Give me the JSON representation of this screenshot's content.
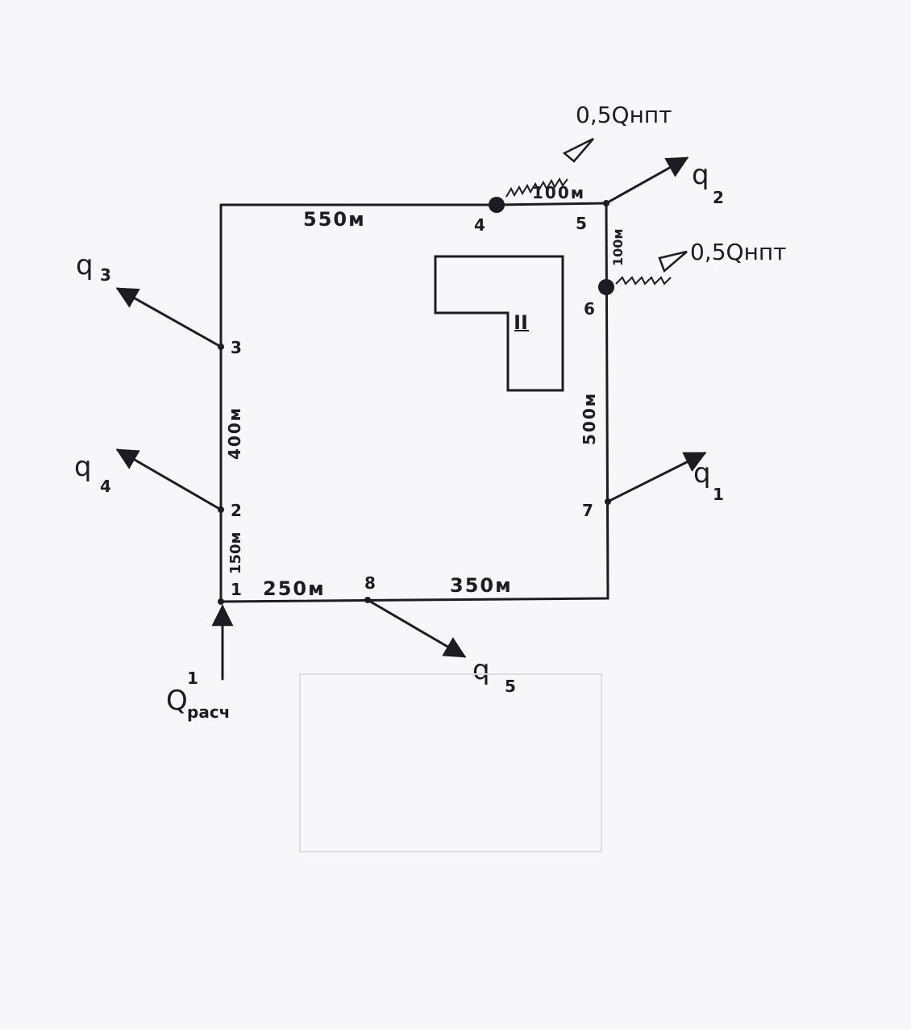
{
  "paper_color": "#f7f6f8",
  "ink_color": "#1c1c22",
  "segments": {
    "top_left": "550м",
    "top_right": "100м",
    "right_top": "100м",
    "right_mid": "500м",
    "left_upper": "400м",
    "left_lower": "150м",
    "bottom_left": "250м",
    "bottom_right": "350м"
  },
  "nodes": [
    "1",
    "2",
    "3",
    "4",
    "5",
    "6",
    "7",
    "8"
  ],
  "building": "II",
  "loads": {
    "q1": {
      "base": "q",
      "sub": "1"
    },
    "q2": {
      "base": "q",
      "sub": "2"
    },
    "q3": {
      "base": "q",
      "sub": "3"
    },
    "q4": {
      "base": "q",
      "sub": "4"
    },
    "q5": {
      "base": "q",
      "sub": "5"
    }
  },
  "fire_flow_top": "0,5Qнпт",
  "fire_flow_right": "0,5Qнпт",
  "input_flow": {
    "base": "Q",
    "sub": "расч",
    "sup": "1"
  }
}
